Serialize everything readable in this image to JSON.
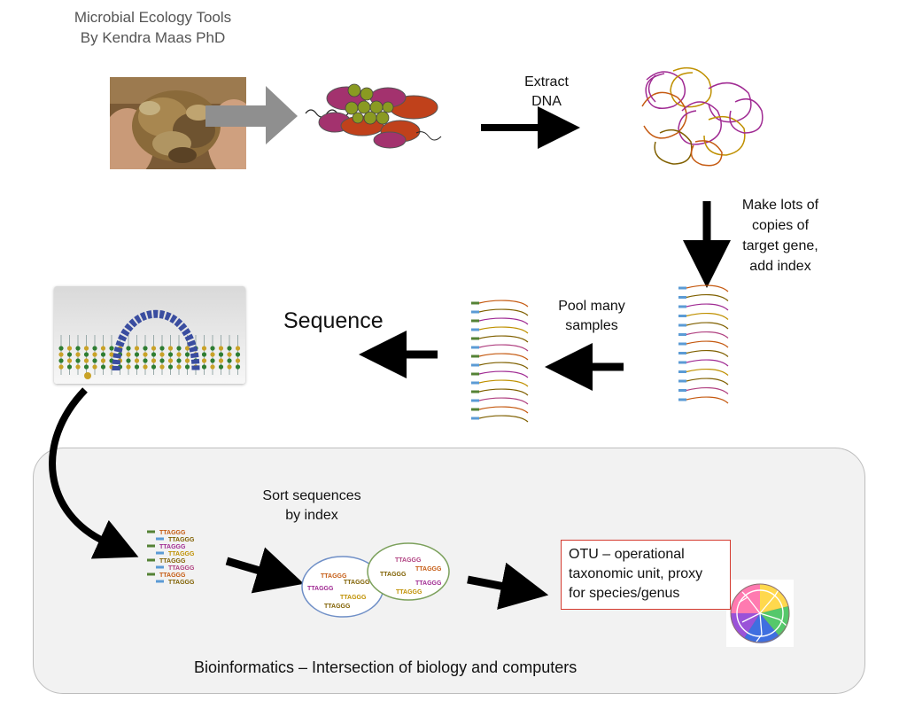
{
  "credit": {
    "line1": "Microbial Ecology Tools",
    "line2": "By Kendra Maas PhD"
  },
  "steps": {
    "extract_line1": "Extract",
    "extract_line2": "DNA",
    "copies_line1": "Make lots of",
    "copies_line2": "copies of",
    "copies_line3": "target gene,",
    "copies_line4": "add index",
    "pool_line1": "Pool many",
    "pool_line2": "samples",
    "sequence": "Sequence",
    "sort_line1": "Sort sequences",
    "sort_line2": "by index",
    "otu_line1": "OTU – operational",
    "otu_line2": "taxonomic unit, proxy",
    "otu_line3": "for species/genus",
    "bioinformatics": "Bioinformatics – Intersection of biology and computers"
  },
  "sequence_labels": [
    "TTAGGG",
    "TTAGGG",
    "TTAGGG",
    "TTAGGG",
    "TTAGGG",
    "TTAGGG",
    "TTAGGG",
    "TTAGGG"
  ],
  "colors": {
    "arrow": "#000000",
    "grey_arrow": "#8f8f8f",
    "otu_border": "#d43a2f",
    "panel_bg": "#f2f2f2",
    "panel_border": "#bdbdbd",
    "index_blue": "#5b9bd5",
    "index_green": "#548235",
    "strand_colors": [
      "#c55a11",
      "#7f6000",
      "#a02b93",
      "#bf9000",
      "#806000",
      "#b04080"
    ]
  }
}
